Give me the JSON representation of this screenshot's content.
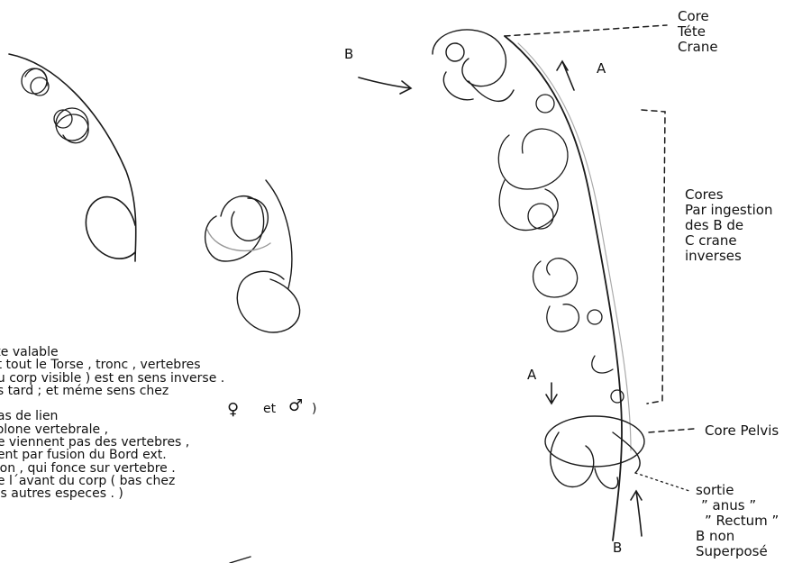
{
  "labels": {
    "top_right": [
      "Core",
      "Téte",
      "Crane"
    ],
    "cores_group": [
      "Cores",
      "Par ingestion",
      "des B de",
      "C crane",
      "inverses"
    ],
    "core_pelvis": "Core Pelvis",
    "sortie": [
      "sortie",
      "” anus ”",
      "” Rectum ”",
      "B non",
      "Superposé"
    ],
    "arrow_B_top": "B",
    "arrow_A_top": "A",
    "arrow_A_mid": "A",
    "arrow_B_bottom": "B"
  },
  "note_lines": [
    "ste valable",
    "et tout le Torse , tronc , vertebres",
    "du corp visible ) est en sens inverse .",
    "us tard ; et méme sens chez",
    ".",
    "pas de lien",
    "colone vertebrale ,",
    "ne viennent pas des vertebres ,",
    "nent par fusion du Bord ext.",
    "illon , qui fonce sur vertebre .",
    "de l´avant du corp ( bas chez",
    "les autres especes . )"
  ],
  "symbols": {
    "female": "♀",
    "male": "♂",
    "et": "et",
    "close_paren": ")"
  }
}
